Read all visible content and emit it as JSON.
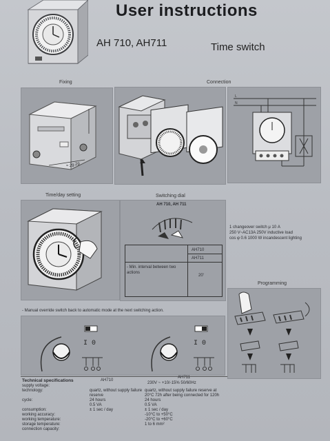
{
  "header": {
    "title": "User instructions",
    "models": "AH 710, AH711",
    "subtitle": "Time switch"
  },
  "sections": {
    "fixing": "Fixing",
    "connection": "Connection",
    "time_day_setting": "Time/day setting",
    "switching_dial": "Switching dial",
    "switching_dial_models": "AH 710, AH 711",
    "programming": "Programming"
  },
  "interval_table": {
    "col1": "AH710",
    "col2": "AH711",
    "row_label": "- Min. interval between two actions",
    "row_value": "20'"
  },
  "relay_specs": {
    "line1": "1 changeover switch μ 10 A",
    "line2": "250 V~AC13A 250V inductive load",
    "line3": "cos φ 0.6 1000 W incandescent lighting"
  },
  "manual_override": "- Manual override switch back to automatic mode at the next switching action.",
  "switch_labels": {
    "left": "I 0",
    "right": "I 0"
  },
  "tech_specs": {
    "heading": "Technical specifications",
    "col_ah710": "AH710",
    "col_ah711": "AH711",
    "supply_value": "230V ~ +10/-15% 50/60Hz",
    "rows": [
      {
        "label": "supply voltage:",
        "a": "",
        "b": ""
      },
      {
        "label": "technology:",
        "a": "quartz, without supply failure",
        "b": "quartz, without supply failure reserve at"
      },
      {
        "label": "",
        "a": "reserve",
        "b": "20°C 72h after being connected for 120h"
      },
      {
        "label": "cycle:",
        "a": "24 hours",
        "b": "24 hours"
      },
      {
        "label": "",
        "a": "0.5 VA",
        "b": "0.5 VA"
      },
      {
        "label": "consumption:",
        "a": "± 1 sec / day",
        "b": "± 1 sec / day"
      },
      {
        "label": "working accuracy:",
        "a": "",
        "b": "-10°C to +50°C"
      },
      {
        "label": "working temperature:",
        "a": "",
        "b": "-20°C to +60°C"
      },
      {
        "label": "storage temperature:",
        "a": "",
        "b": "1 to 6 mm²"
      },
      {
        "label": "connection capacity:",
        "a": "",
        "b": ""
      }
    ]
  },
  "dimension_label": "≈ 29"
}
